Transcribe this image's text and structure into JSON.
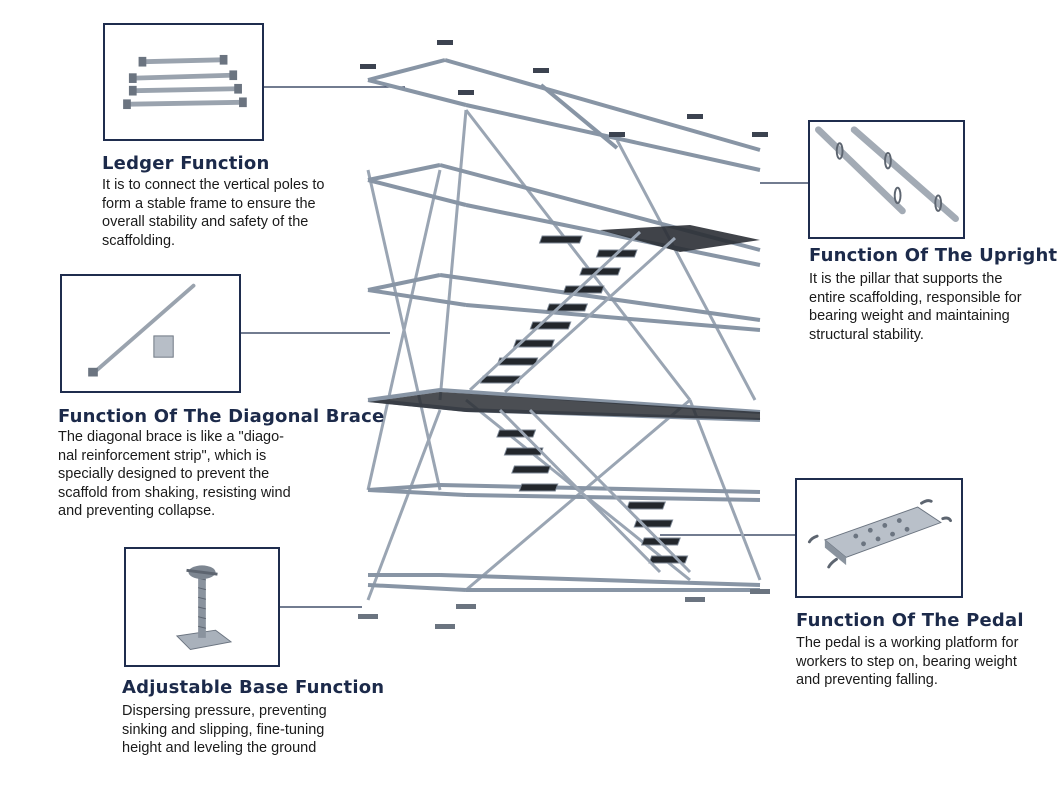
{
  "callouts": {
    "ledger": {
      "heading": "Ledger Function",
      "lines": [
        "It is to connect the vertical poles to",
        "form a stable frame to ensure the",
        "overall stability and safety of the",
        "scaffolding."
      ]
    },
    "diagonal": {
      "heading": "Function Of The Diagonal Brace",
      "lines": [
        "The diagonal brace is like a \"diago-",
        "nal reinforcement strip\", which is",
        "specially designed to prevent the",
        "scaffold from shaking, resisting wind",
        "and preventing collapse."
      ]
    },
    "base": {
      "heading": "Adjustable Base Function",
      "lines": [
        "Dispersing pressure, preventing",
        "sinking and slipping, fine-tuning",
        "height and leveling the ground"
      ]
    },
    "upright": {
      "heading": "Function Of The Upright",
      "lines": [
        "It is the pillar that supports the",
        "entire scaffolding, responsible for",
        "bearing weight and maintaining",
        "structural stability."
      ]
    },
    "pedal": {
      "heading": "Function Of The Pedal",
      "lines": [
        "The pedal is a working platform for",
        "workers to step on, bearing weight",
        "and preventing falling."
      ]
    }
  },
  "colors": {
    "navy": "#1c2a4a",
    "steel": "#8a97a6",
    "frame_border": "#1f2d4e"
  }
}
